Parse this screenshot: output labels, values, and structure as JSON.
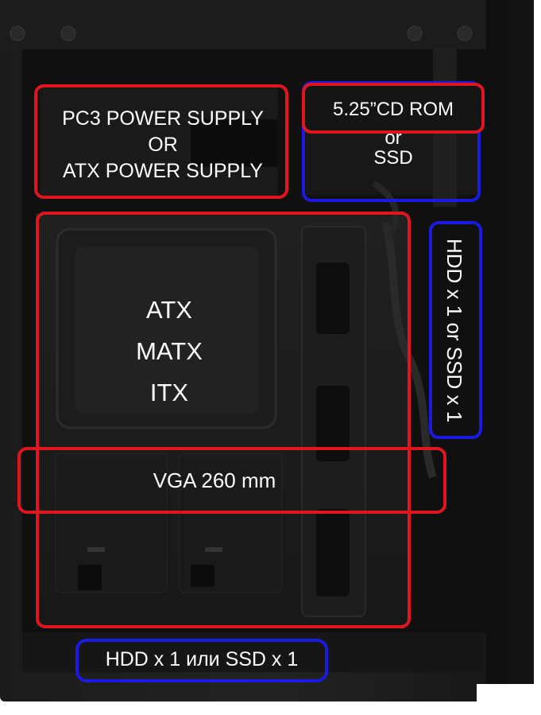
{
  "labels": {
    "psu_line1": "PC3 POWER SUPPLY",
    "psu_line2": "OR",
    "psu_line3": "ATX POWER SUPPLY",
    "cdrom": "5.25”CD ROM",
    "or_small": "or",
    "ssd": "SSD",
    "hdd_side": "HDD x 1 or SSD x 1",
    "atx": "ATX",
    "matx": "MATX",
    "itx": "ITX",
    "vga": "VGA 260 mm",
    "hdd_bottom": "HDD x 1 или SSD x 1"
  },
  "colors": {
    "red_box": "#e0161e",
    "blue_box": "#1a1ae0",
    "case": "#151515"
  }
}
